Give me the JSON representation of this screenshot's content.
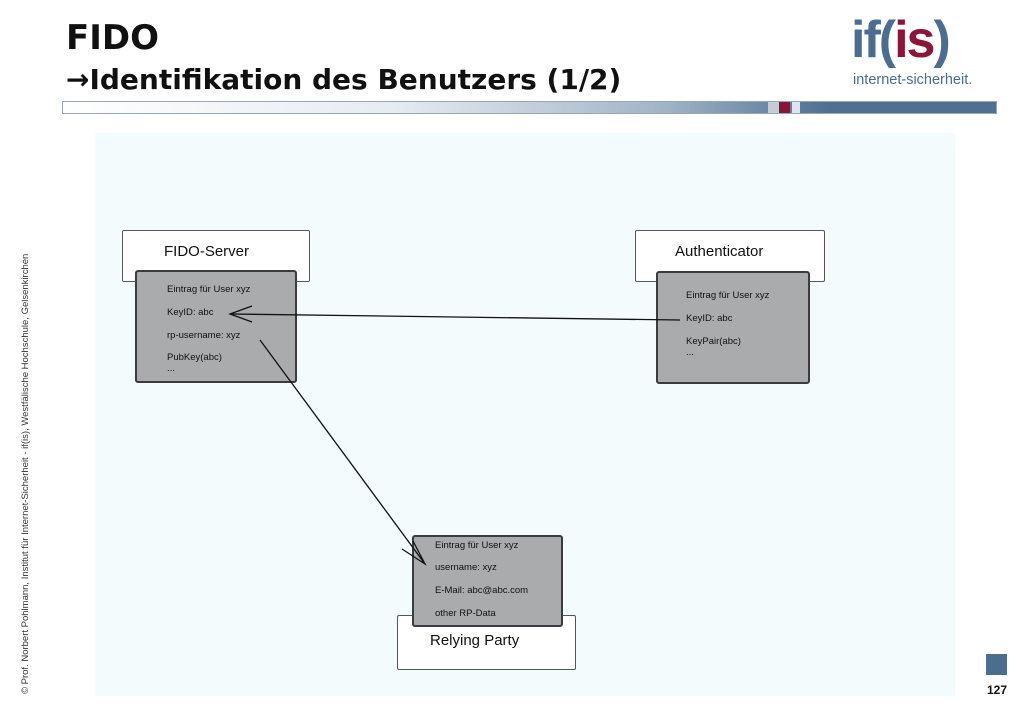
{
  "slide": {
    "title": "FIDO",
    "subtitle": "Identifikation des Benutzers (1/2)",
    "arrow_glyph": "→",
    "side_text": "© Prof. Norbert Pohlmann, Institut für Internet-Sicherheit - if(is), Westfälische Hochschule, Gelsenkirchen",
    "page_number": "127"
  },
  "logo": {
    "mark_part1": "if(",
    "mark_part2": "is",
    "mark_part3": ")",
    "tagline": "internet-sicherheit."
  },
  "diagram": {
    "fido_server": {
      "label": "FIDO-Server",
      "entries": [
        "Eintrag für User xyz",
        "KeyID: abc",
        "rp-username: xyz",
        "PubKey(abc)",
        "..."
      ]
    },
    "authenticator": {
      "label": "Authenticator",
      "entries": [
        "Eintrag für User xyz",
        "KeyID: abc",
        "KeyPair(abc)",
        "..."
      ]
    },
    "relying_party": {
      "label": "Relying Party",
      "entries": [
        "Eintrag für User xyz",
        "username: xyz",
        "E-Mail: abc@abc.com",
        "other RP-Data"
      ]
    }
  },
  "colors": {
    "accent_blue": "#4a6d92",
    "accent_red": "#8b1538",
    "box_gray": "#a9abad"
  }
}
